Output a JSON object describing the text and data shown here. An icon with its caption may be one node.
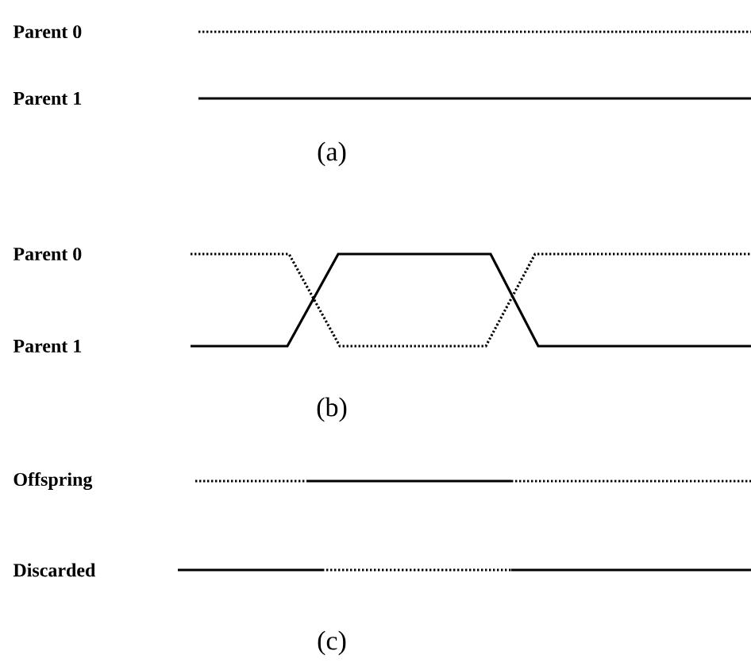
{
  "diagram": {
    "labels": [
      "Parent 0",
      "Parent 1",
      "(a)",
      "Parent 0",
      "Parent 1",
      "(b)",
      "Offspring",
      "Discarded",
      "(c)"
    ]
  }
}
